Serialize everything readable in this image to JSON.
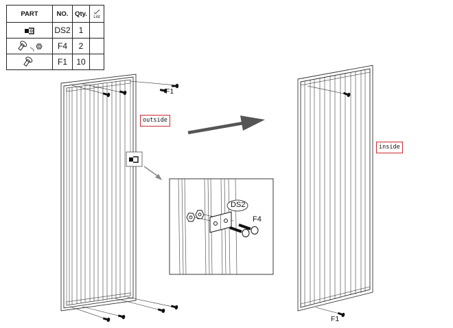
{
  "parts_table": {
    "headers": {
      "part": "PART",
      "no": "NO.",
      "qty": "Qty.",
      "list": "List"
    },
    "rows": [
      {
        "icon": "angle-bracket-icon",
        "no": "DS2",
        "qty": "1"
      },
      {
        "icon": "bolt-and-nut-icon",
        "no": "F4",
        "qty": "2"
      },
      {
        "icon": "bolt-icon",
        "no": "F1",
        "qty": "10"
      }
    ]
  },
  "labels": {
    "outside": "outside",
    "inside": "inside",
    "f1_top_left": "F1",
    "f1_bottom_right": "F1",
    "detail_part": "DS2",
    "detail_fastener": "F4"
  }
}
